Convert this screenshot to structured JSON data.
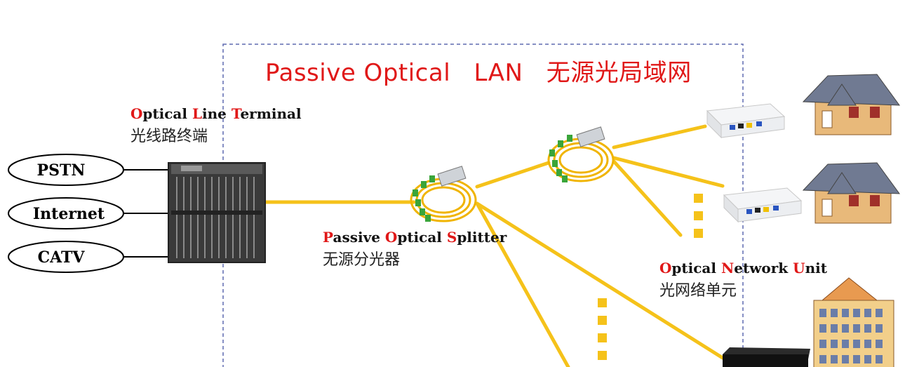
{
  "title": {
    "word1_first": "P",
    "word1_rest": "assive",
    "word2_first": "O",
    "word2_rest": "ptical",
    "word3": "LAN",
    "word4": "无源光局域网"
  },
  "olt": {
    "w1_first": "O",
    "w1_rest": "ptical",
    "w2_first": "L",
    "w2_rest": "ine",
    "w3_first": "T",
    "w3_rest": "erminal",
    "cn": "光线路终端"
  },
  "splitter": {
    "w1_first": "P",
    "w1_rest": "assive",
    "w2_first": "O",
    "w2_rest": "ptical",
    "w3_first": "S",
    "w3_rest": "plitter",
    "cn": "无源分光器"
  },
  "onu": {
    "w1_first": "O",
    "w1_rest": "ptical",
    "w2_first": "N",
    "w2_rest": "etwork",
    "w3_first": "U",
    "w3_rest": "nit",
    "cn": "光网络单元"
  },
  "services": [
    "PSTN",
    "Internet",
    "CATV"
  ],
  "colors": {
    "accent": "#e01818",
    "fiber": "#f5c21a",
    "dashed_border": "#5f6ab0",
    "splitter_green": "#3aa53a"
  },
  "icons": [
    "olt-chassis-icon",
    "splitter-icon",
    "onu-device-icon",
    "house-icon",
    "building-icon",
    "settop-box-icon"
  ]
}
